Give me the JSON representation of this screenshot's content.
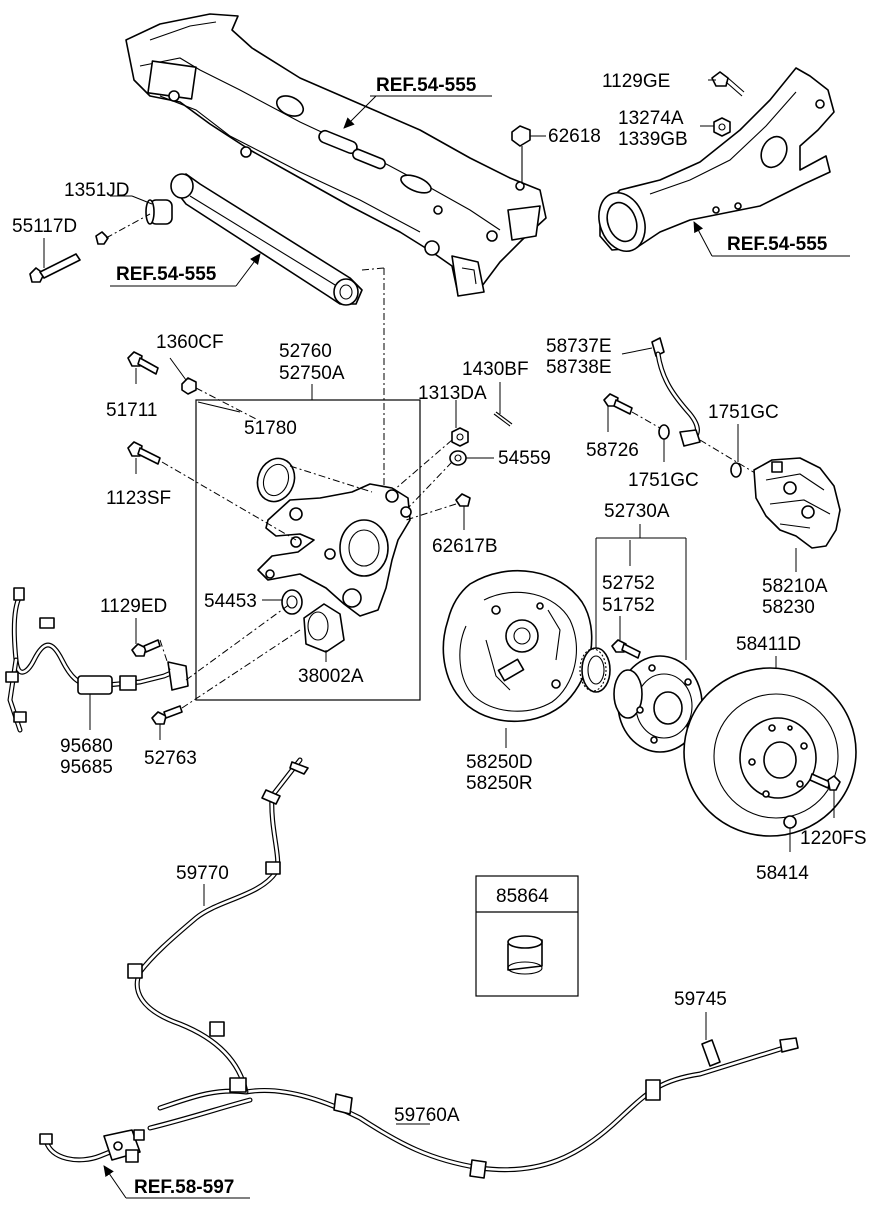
{
  "labels": {
    "ref_crossmember": "REF.54-555",
    "ref_trailing_arm": "REF.54-555",
    "ref_lower_arm": "REF.54-555",
    "ref_parking": "REF.58-597",
    "p1129GE": "1129GE",
    "p13274A": "13274A",
    "p1339GB": "1339GB",
    "p62618": "62618",
    "p1351JD": "1351JD",
    "p55117D": "55117D",
    "p1360CF": "1360CF",
    "p51711": "51711",
    "p52760": "52760",
    "p52750A": "52750A",
    "p1430BF": "1430BF",
    "p1313DA": "1313DA",
    "p51780": "51780",
    "p54559": "54559",
    "p1123SF": "1123SF",
    "p62617B": "62617B",
    "p54453": "54453",
    "p38002A": "38002A",
    "p1129ED": "1129ED",
    "p95680": "95680",
    "p95685": "95685",
    "p52763": "52763",
    "p58737E": "58737E",
    "p58738E": "58738E",
    "p58726": "58726",
    "p1751GC_a": "1751GC",
    "p1751GC_b": "1751GC",
    "p58210A": "58210A",
    "p58230": "58230",
    "p52730A": "52730A",
    "p52752": "52752",
    "p51752": "51752",
    "p58411D": "58411D",
    "p58250D": "58250D",
    "p58250R": "58250R",
    "p1220FS": "1220FS",
    "p58414": "58414",
    "p59770": "59770",
    "p85864": "85864",
    "p59745": "59745",
    "p59760A": "59760A"
  }
}
